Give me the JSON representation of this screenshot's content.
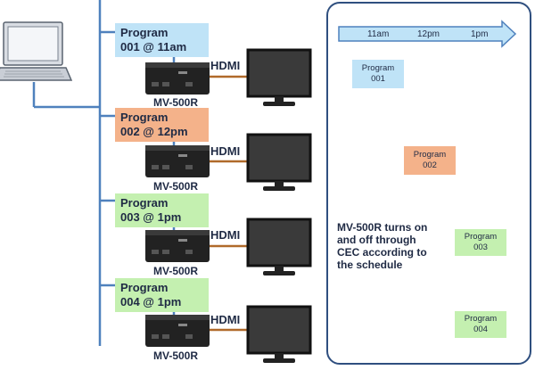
{
  "colors": {
    "line": "#4f81bd",
    "panel_border": "#2f4f7f",
    "blue_fill": "#bfe3f7",
    "orange_fill": "#f4b28a",
    "green_fill": "#c4f0b0",
    "cable": "#b06a2a",
    "device": "#222222"
  },
  "programs": [
    {
      "line1": "Program",
      "line2": "001 @ 11am",
      "color": "blue"
    },
    {
      "line1": "Program",
      "line2": "002 @ 12pm",
      "color": "orange"
    },
    {
      "line1": "Program",
      "line2": "003 @ 1pm",
      "color": "green"
    },
    {
      "line1": "Program",
      "line2": "004 @ 1pm",
      "color": "green"
    }
  ],
  "device_label": "MV-500R",
  "hdmi_label": "HDMI",
  "timeline": {
    "ticks": [
      "11am",
      "12pm",
      "1pm"
    ]
  },
  "schedule": [
    {
      "line1": "Program",
      "line2": "001"
    },
    {
      "line1": "Program",
      "line2": "002"
    },
    {
      "line1": "Program",
      "line2": "003"
    },
    {
      "line1": "Program",
      "line2": "004"
    }
  ],
  "note": [
    "MV-500R turns on",
    "and off through",
    "CEC according to",
    "the schedule"
  ]
}
